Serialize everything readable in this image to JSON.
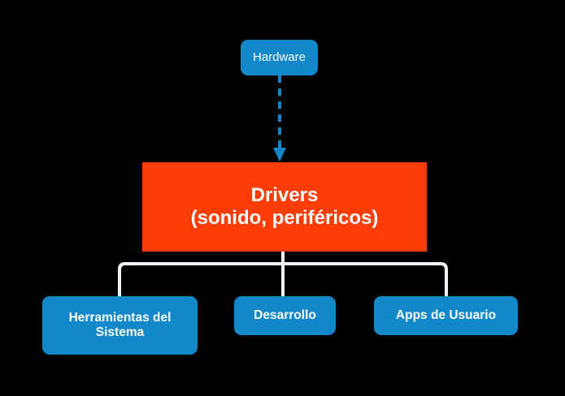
{
  "diagram": {
    "title_text": "Hardware",
    "background_color": "#000000",
    "nodes": {
      "hardware": {
        "label": "Hardware",
        "color": "#1288ca",
        "text_color": "#ffffff",
        "shape": "rounded-rectangle"
      },
      "drivers": {
        "label_line1": "Drivers",
        "label_line2": "(sonido, periféricos)",
        "color": "#fc3d06",
        "text_color": "#ffffff",
        "shape": "rectangle"
      },
      "tools": {
        "label_line1": "Herramientas del",
        "label_line2": "Sistema",
        "color": "#1288ca",
        "text_color": "#ffffff",
        "shape": "rounded-rectangle"
      },
      "development": {
        "label": "Desarrollo",
        "color": "#1288ca",
        "text_color": "#ffffff",
        "shape": "rounded-rectangle"
      },
      "user_apps": {
        "label": "Apps de Usuario",
        "color": "#1288ca",
        "text_color": "#ffffff",
        "shape": "rounded-rectangle"
      }
    },
    "connectors": {
      "hardware_to_drivers": {
        "style": "dashed",
        "color": "#1288ca",
        "arrowhead": "down-triangle"
      },
      "drivers_to_children": {
        "style": "solid",
        "color": "#eef4f8",
        "arrowhead": "none"
      }
    }
  }
}
